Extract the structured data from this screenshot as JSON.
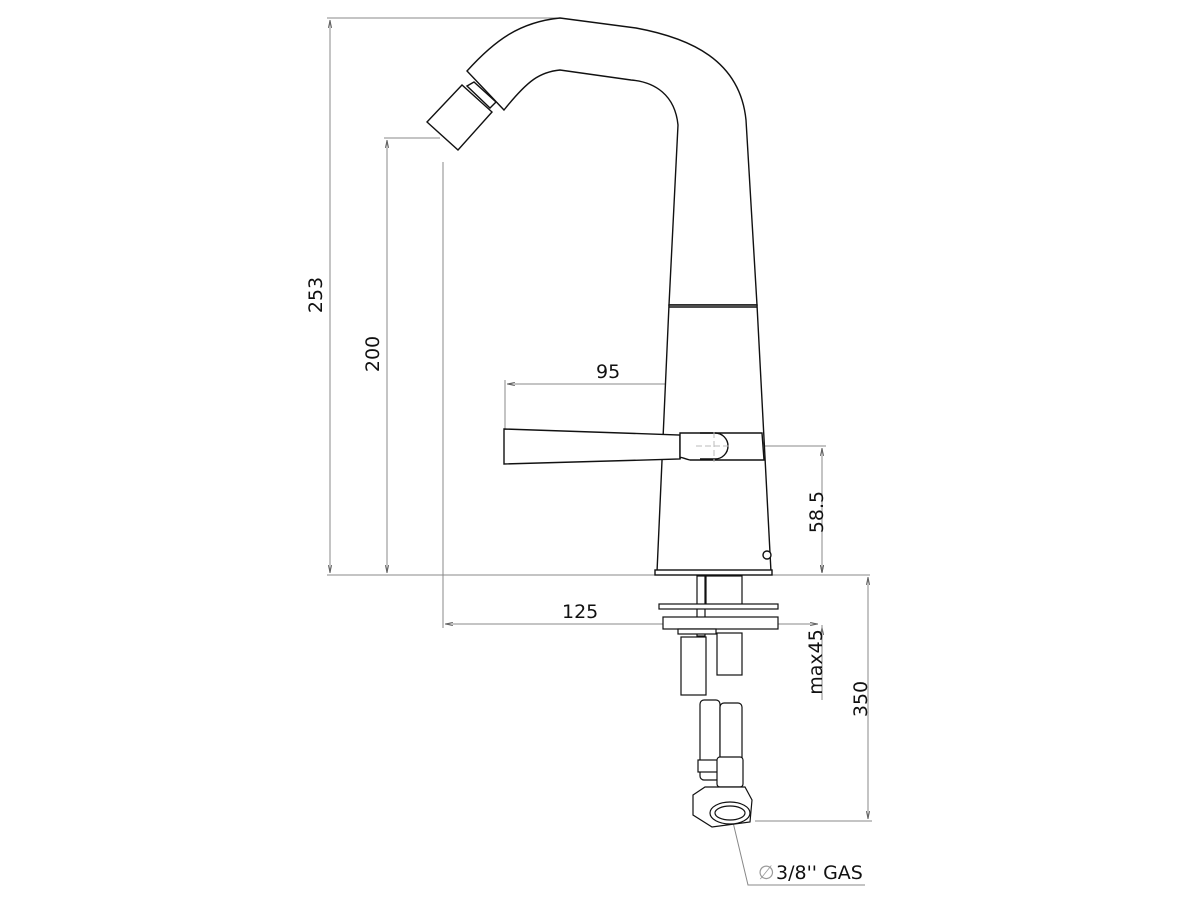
{
  "dimensions": {
    "overall_height": "253",
    "outlet_height": "200",
    "handle_length": "95",
    "handle_height": "58.5",
    "spout_reach": "125",
    "deck_thickness": "max45",
    "hose_length": "350",
    "connection": "3/8'' GAS",
    "diameter_symbol": "∅"
  },
  "colors": {
    "outline": "#111111",
    "dimension_line": "#777777",
    "construction": "#cccccc"
  }
}
